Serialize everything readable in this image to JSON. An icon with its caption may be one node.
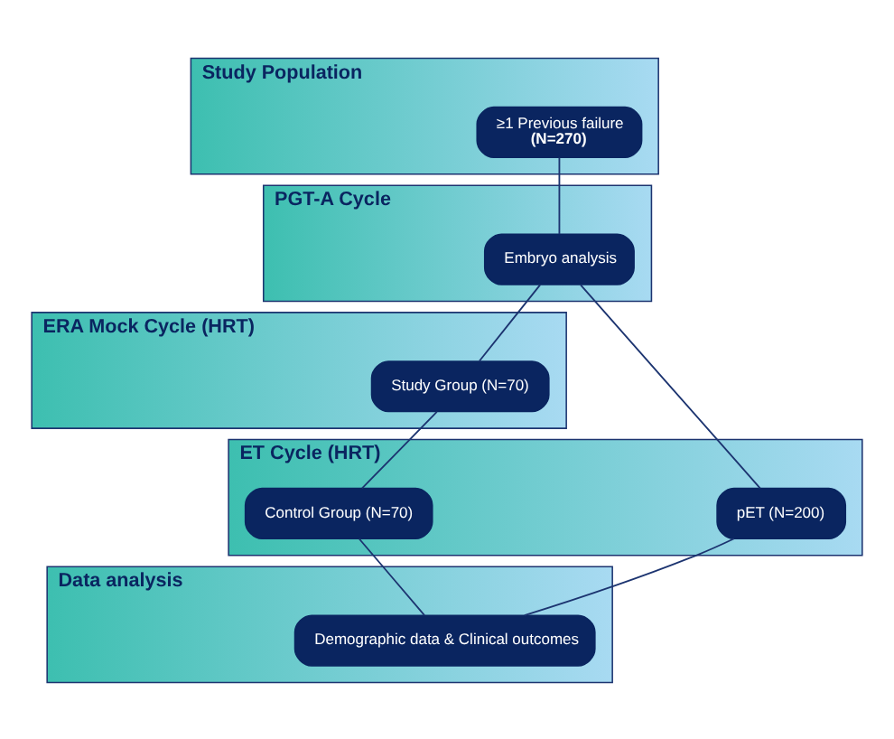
{
  "diagram": {
    "nodes": [
      {
        "text": [
          "Study Population"
        ]
      },
      {
        "text": [
          "≥1 Previous failure",
          "(N=270)"
        ],
        "in": 0
      },
      {
        "text": [
          "PGT-A Cycle"
        ]
      },
      {
        "text": [
          "Embryo analysis"
        ],
        "in": 2
      },
      {
        "text": [
          "ERA Mock Cycle (HRT)"
        ]
      },
      {
        "text": [
          "Study Group (N=70)"
        ],
        "in": 4
      },
      {
        "text": [
          "ET Cycle (HRT)"
        ]
      },
      {
        "text": [
          "pET (N=200)"
        ],
        "in": 6
      },
      {
        "text": [
          "Control Group (N=70)"
        ],
        "in": 6
      },
      {
        "text": [
          "Data analysis"
        ]
      },
      {
        "text": [
          "Demographic data & Clinical outcomes"
        ],
        "in": 9
      }
    ],
    "edges": [
      {
        "from": 1,
        "to": 3,
        "arrow": "none"
      },
      {
        "from": 3,
        "to": 7,
        "arrow": "none"
      },
      {
        "from": 3,
        "to": 5,
        "arrow": "none"
      },
      {
        "from": 5,
        "to": 8,
        "arrow": "none"
      },
      {
        "from": 7,
        "to": 10,
        "arrow": "none"
      },
      {
        "from": 8,
        "to": 10,
        "arrow": "none"
      }
    ]
  }
}
